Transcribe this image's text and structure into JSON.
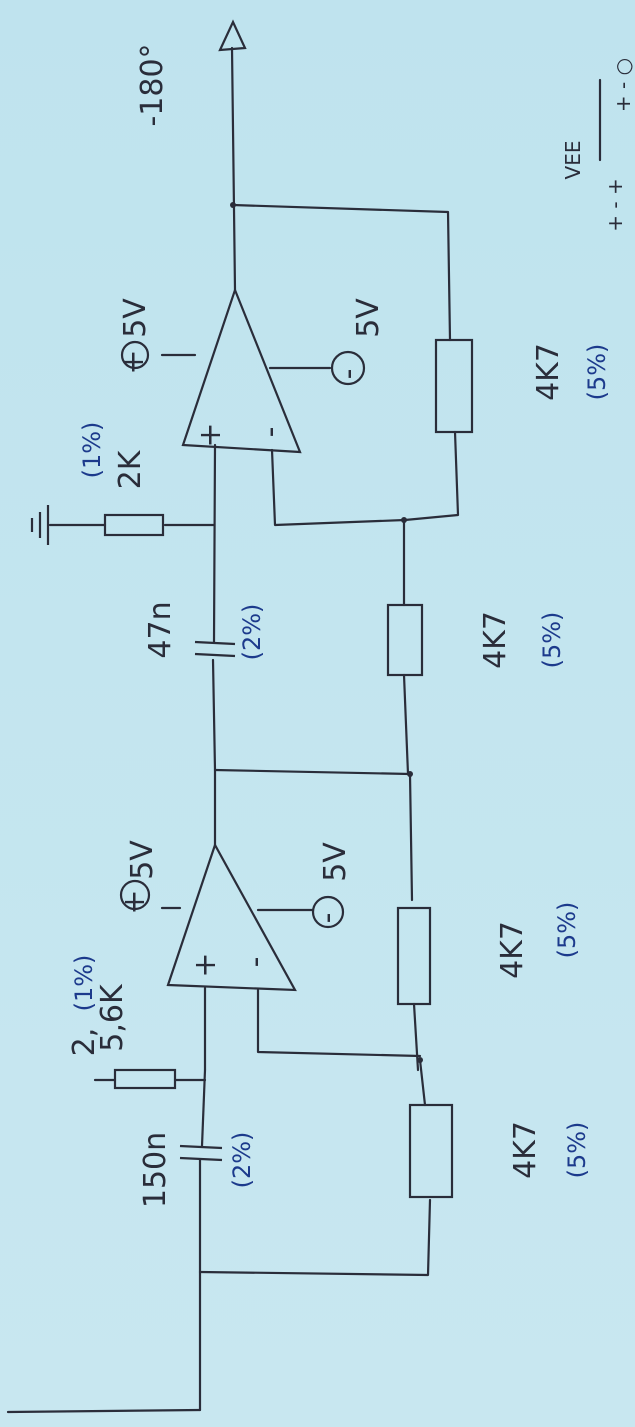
{
  "sheet": {
    "output_label": "-180°",
    "vee_label": "VEE",
    "vee_signs_1": "+ - +",
    "vee_signs_2": "+ - ○"
  },
  "stage1": {
    "opamp_plus": "+",
    "opamp_minus": "-",
    "supply_pos": "5V",
    "supply_neg": "5V",
    "cap_value": "150n",
    "cap_tol": "(2%)",
    "res_value": "5,6K",
    "res_tol": "(1%)",
    "res_prefix": "2,",
    "r1_value": "4K7",
    "r1_tol": "(5%)",
    "r2_value": "4K7",
    "r2_tol": "(5%)"
  },
  "stage2": {
    "opamp_plus": "+",
    "opamp_minus": "-",
    "supply_pos": "5V",
    "supply_neg": "5V",
    "cap_value": "47n",
    "cap_tol": "(2%)",
    "res_value": "2K",
    "res_tol": "(1%)",
    "r1_value": "4K7",
    "r1_tol": "(5%)",
    "r2_value": "4K7",
    "r2_tol": "(5%)"
  },
  "symbols": {
    "plus_circle": "+",
    "minus_circle": "-"
  }
}
